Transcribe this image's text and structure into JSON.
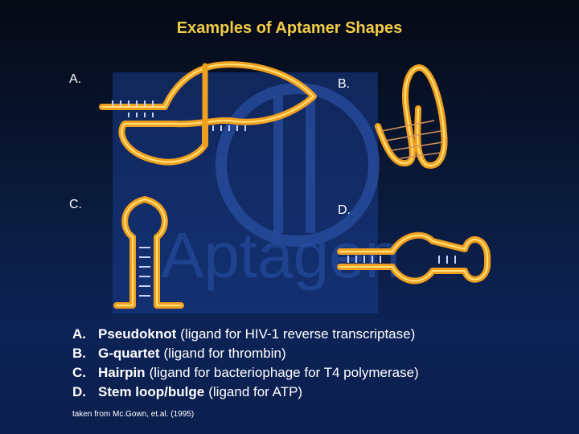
{
  "title": "Examples of Aptamer Shapes",
  "panels": {
    "a": "A.",
    "b": "B.",
    "c": "C.",
    "d": "D."
  },
  "watermark": "Aptagen",
  "legend": [
    {
      "letter": "A.",
      "name": "Pseudoknot",
      "description": "(ligand for HIV-1 reverse transcriptase)"
    },
    {
      "letter": "B.",
      "name": "G-quartet",
      "description": "(ligand for thrombin)"
    },
    {
      "letter": "C.",
      "name": "Hairpin",
      "description": "(ligand for bacteriophage for T4 polymerase)"
    },
    {
      "letter": "D.",
      "name": "Stem loop/bulge",
      "description": "(ligand for ATP)"
    }
  ],
  "credit": "taken from Mc.Gown, et.al. (1995)",
  "colors": {
    "title": "#f2cc45",
    "strand": "#f0a020",
    "strand_highlight": "#ffe27a"
  }
}
